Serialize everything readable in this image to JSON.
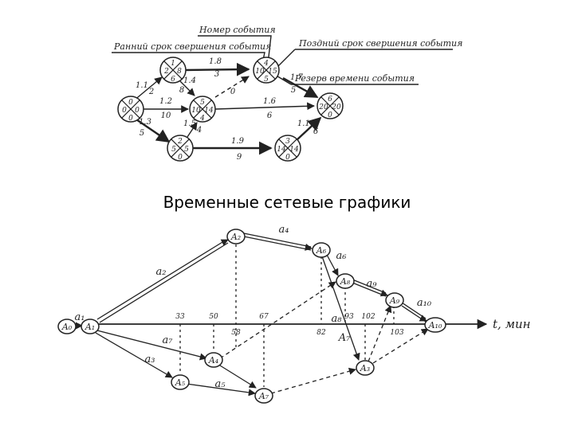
{
  "title": "Временные сетевые графики",
  "top_diagram": {
    "legend": {
      "event_number": "Номер события",
      "early_time": "Ранний срок свершения события",
      "late_time": "Поздний срок свершения события",
      "reserve": "Резерв времени события"
    },
    "nodes": [
      {
        "id": "0",
        "num": "0",
        "early": "0",
        "late": "0",
        "reserve": "0"
      },
      {
        "id": "1",
        "num": "1",
        "early": "2",
        "late": "8",
        "reserve": "6"
      },
      {
        "id": "2",
        "num": "2",
        "early": "5",
        "late": "5",
        "reserve": "0"
      },
      {
        "id": "4",
        "num": "4",
        "early": "10",
        "late": "15",
        "reserve": "5"
      },
      {
        "id": "5",
        "num": "5",
        "early": "10",
        "late": "14",
        "reserve": "4"
      },
      {
        "id": "3",
        "num": "3",
        "early": "14",
        "late": "14",
        "reserve": "0"
      },
      {
        "id": "6",
        "num": "6",
        "early": "20",
        "late": "20",
        "reserve": "0"
      }
    ],
    "edges": [
      {
        "from": "0",
        "to": "1",
        "code": "1.1",
        "dur": "2"
      },
      {
        "from": "0",
        "to": "5",
        "code": "1.2",
        "dur": "10"
      },
      {
        "from": "0",
        "to": "2",
        "code": "1.3",
        "dur": "5"
      },
      {
        "from": "1",
        "to": "4",
        "code": "1.8",
        "dur": "3"
      },
      {
        "from": "1",
        "to": "5",
        "code": "1.4",
        "dur": "8"
      },
      {
        "from": "2",
        "to": "5",
        "code": "1.5",
        "dur": "4"
      },
      {
        "from": "2",
        "to": "3",
        "code": "1.9",
        "dur": "9"
      },
      {
        "from": "5",
        "to": "6",
        "code": "1.6",
        "dur": "6"
      },
      {
        "from": "4",
        "to": "6",
        "code": "1.7",
        "dur": "5"
      },
      {
        "from": "3",
        "to": "6",
        "code": "1.10",
        "dur": "6"
      },
      {
        "from": "5",
        "to": "4",
        "code": "",
        "dur": "0"
      }
    ]
  },
  "bottom_diagram": {
    "axis_label": "t, мин",
    "ticks": [
      "33",
      "50",
      "58",
      "67",
      "82",
      "93",
      "102",
      "103"
    ],
    "nodes": [
      {
        "id": "A0",
        "label": "A₀"
      },
      {
        "id": "A1",
        "label": "A₁"
      },
      {
        "id": "A2",
        "label": "A₂"
      },
      {
        "id": "A3",
        "label": "A₃"
      },
      {
        "id": "A4",
        "label": "A₄"
      },
      {
        "id": "A5",
        "label": "A₅"
      },
      {
        "id": "A6",
        "label": "A₆"
      },
      {
        "id": "A7",
        "label": "A₇"
      },
      {
        "id": "A8",
        "label": "A₈"
      },
      {
        "id": "A9",
        "label": "A₉"
      },
      {
        "id": "A10",
        "label": "A₁₀"
      }
    ],
    "activities": [
      "a₁",
      "a₂",
      "a₃",
      "a₄",
      "a₅",
      "a₆",
      "a₇",
      "a₈",
      "a₉",
      "a₁₀",
      "A₇"
    ]
  },
  "colors": {
    "ink": "#222222",
    "background": "#ffffff"
  }
}
